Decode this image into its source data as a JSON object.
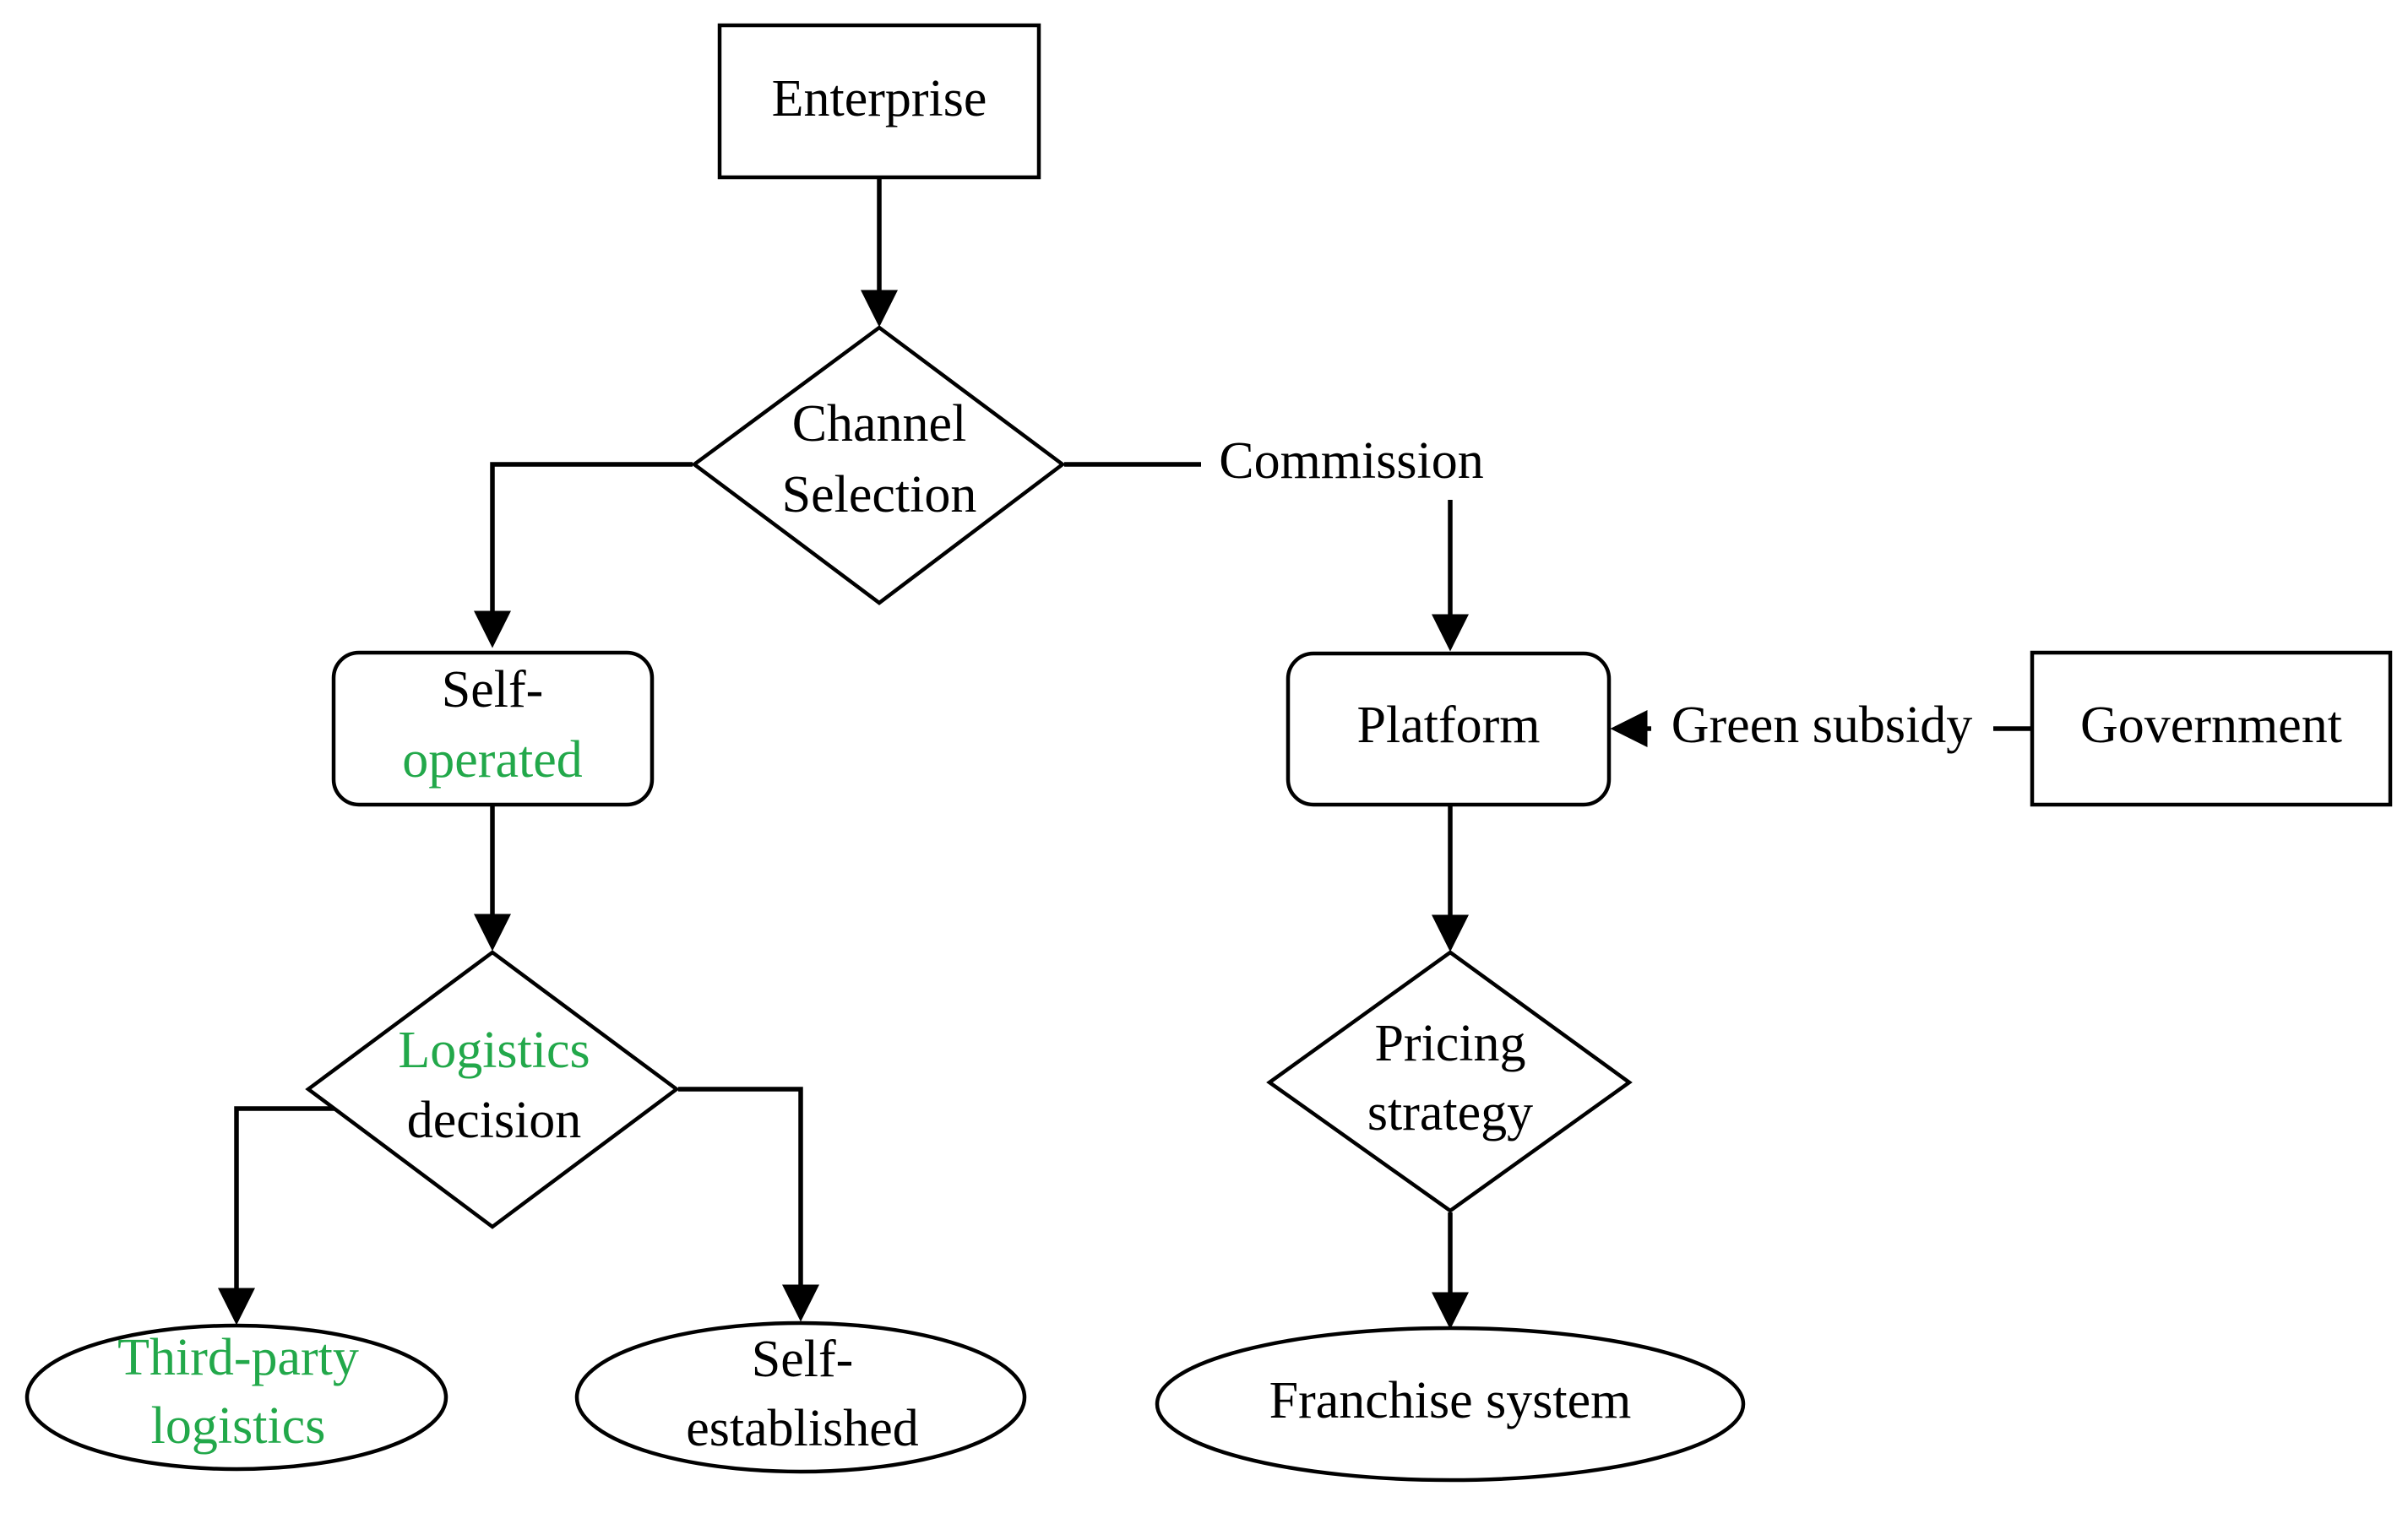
{
  "colors": {
    "default_text": "#000000",
    "highlight_text": "#22a84a",
    "stroke": "#000000",
    "background": "#ffffff"
  },
  "nodes": {
    "enterprise": {
      "label": "Enterprise"
    },
    "channel_selection": {
      "line1": "Channel",
      "line2": "Selection"
    },
    "commission": {
      "label": "Commission"
    },
    "self_operated": {
      "line1": "Self-",
      "line2": "operated"
    },
    "platform": {
      "label": "Platform"
    },
    "green_subsidy": {
      "label": "Green subsidy"
    },
    "government": {
      "label": "Government"
    },
    "logistics_decision": {
      "line1": "Logistics",
      "line2": "decision"
    },
    "pricing_strategy": {
      "line1": "Pricing",
      "line2": "strategy"
    },
    "third_party_logistics": {
      "line1": "Third-party",
      "line2": "logistics"
    },
    "self_established": {
      "line1": "Self-",
      "line2": "established"
    },
    "franchise_system": {
      "label": "Franchise system"
    }
  }
}
